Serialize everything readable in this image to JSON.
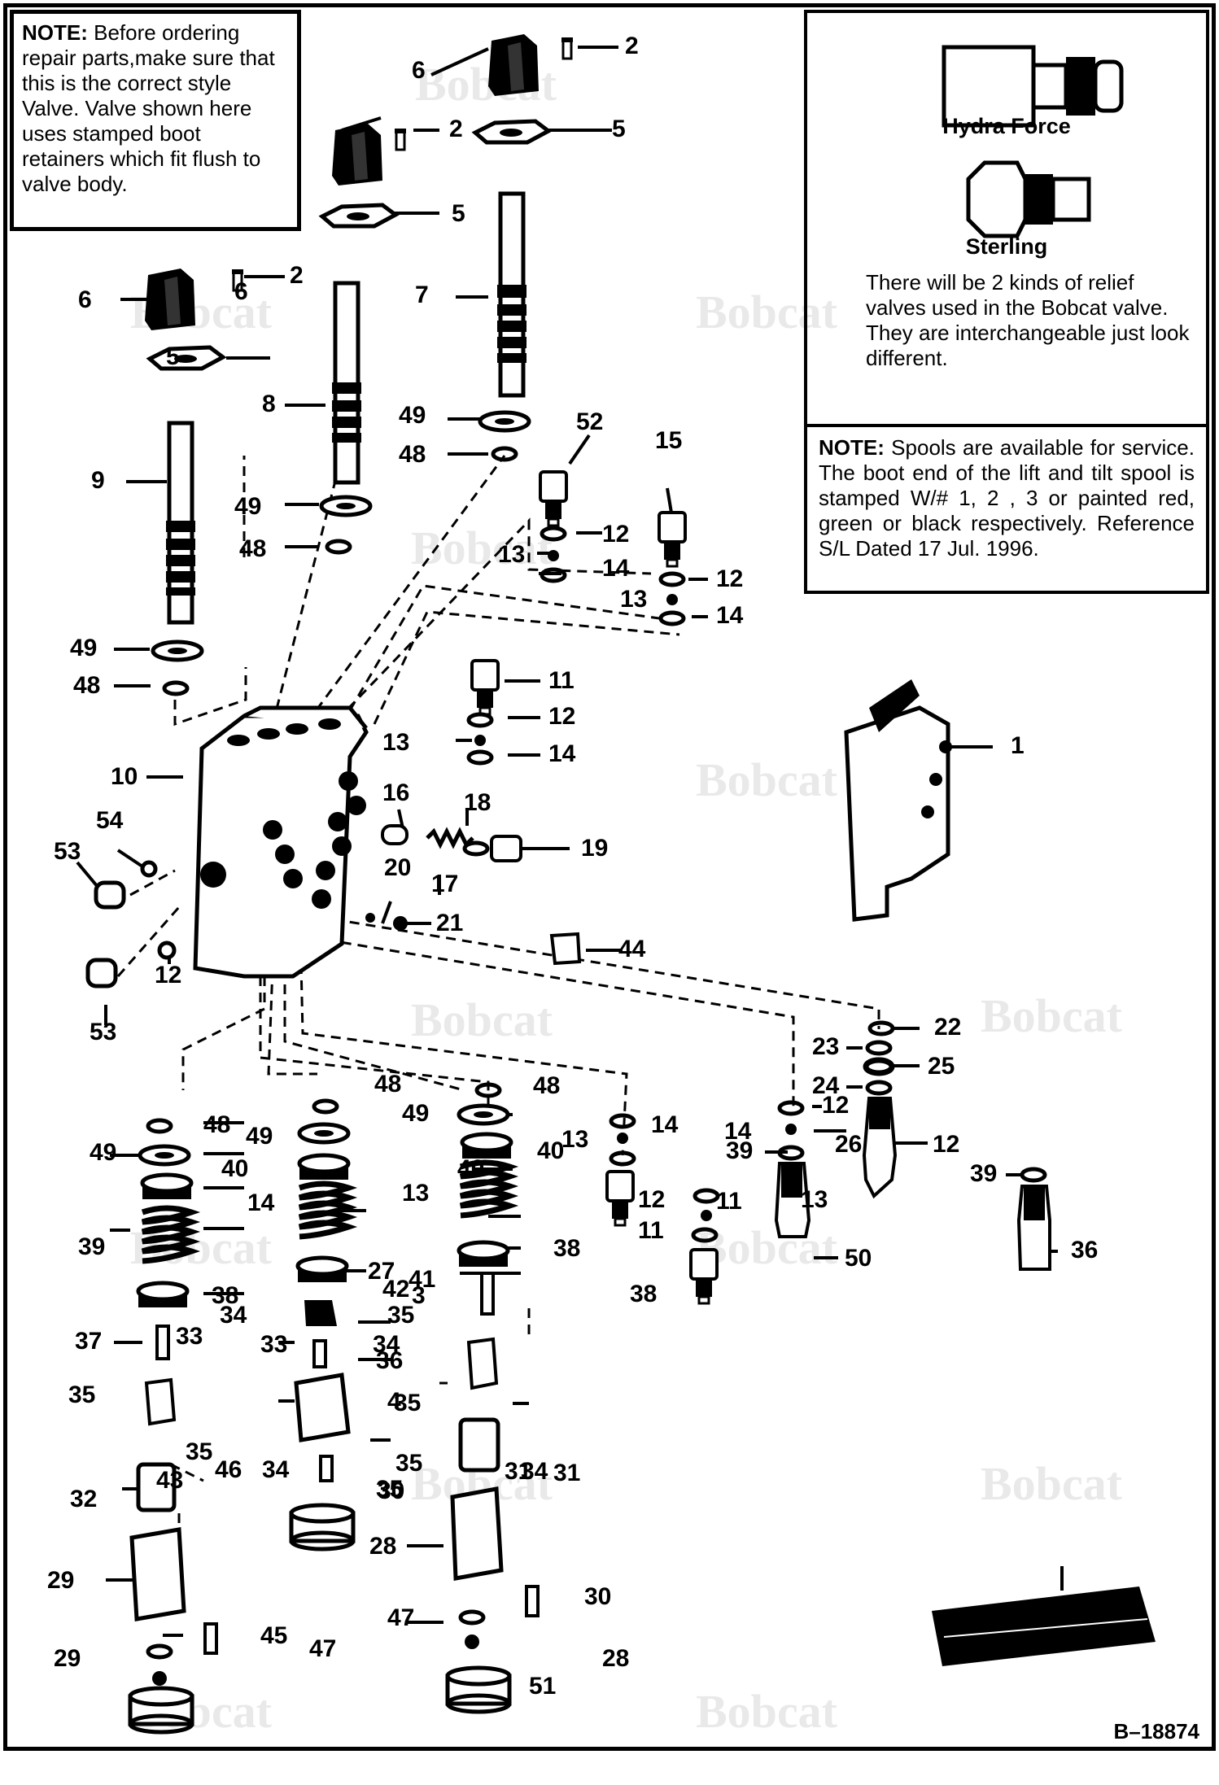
{
  "notes": {
    "left_bold": "NOTE:",
    "left_text": " Before ordering repair parts,make sure that this is the correct style Valve. Valve shown here uses stamped boot retainers which fit flush to valve body.",
    "spool_bold": "NOTE:",
    "spool_text": "  Spools are available for service.  The boot end of the lift and tilt spool is stamped W/# 1, 2 , 3 or painted red, green or black respectively.  Reference S/L Dated 17 Jul. 1996."
  },
  "relief": {
    "hydra_caption": "Hydra Force",
    "sterling_caption": "Sterling",
    "description": "There will be 2 kinds of relief valves used in the Bobcat valve.  They are interchangeable just look different."
  },
  "watermark": "Bobcat",
  "figure_id": "B–18874",
  "callouts": [
    "2",
    "6",
    "5",
    "2",
    "6",
    "5",
    "6",
    "2",
    "5",
    "7",
    "8",
    "9",
    "49",
    "48",
    "49",
    "48",
    "49",
    "48",
    "52",
    "15",
    "12",
    "13",
    "14",
    "12",
    "13",
    "14",
    "11",
    "12",
    "13",
    "14",
    "10",
    "1",
    "16",
    "18",
    "19",
    "17",
    "54",
    "53",
    "20",
    "21",
    "44",
    "12",
    "53",
    "22",
    "23",
    "25",
    "24",
    "48",
    "48",
    "48",
    "49",
    "49",
    "49",
    "40",
    "40",
    "40",
    "14",
    "13",
    "12",
    "14",
    "13",
    "26",
    "12",
    "39",
    "39",
    "39",
    "14",
    "13",
    "11",
    "12",
    "11",
    "38",
    "38",
    "38",
    "27",
    "50",
    "36",
    "37",
    "41",
    "34",
    "3",
    "42",
    "33",
    "34",
    "36",
    "33",
    "35",
    "35",
    "4",
    "35",
    "35",
    "34",
    "35",
    "46",
    "43",
    "34",
    "35",
    "32",
    "31",
    "31",
    "30",
    "29",
    "28",
    "30",
    "45",
    "29",
    "28",
    "47",
    "47",
    "51"
  ]
}
